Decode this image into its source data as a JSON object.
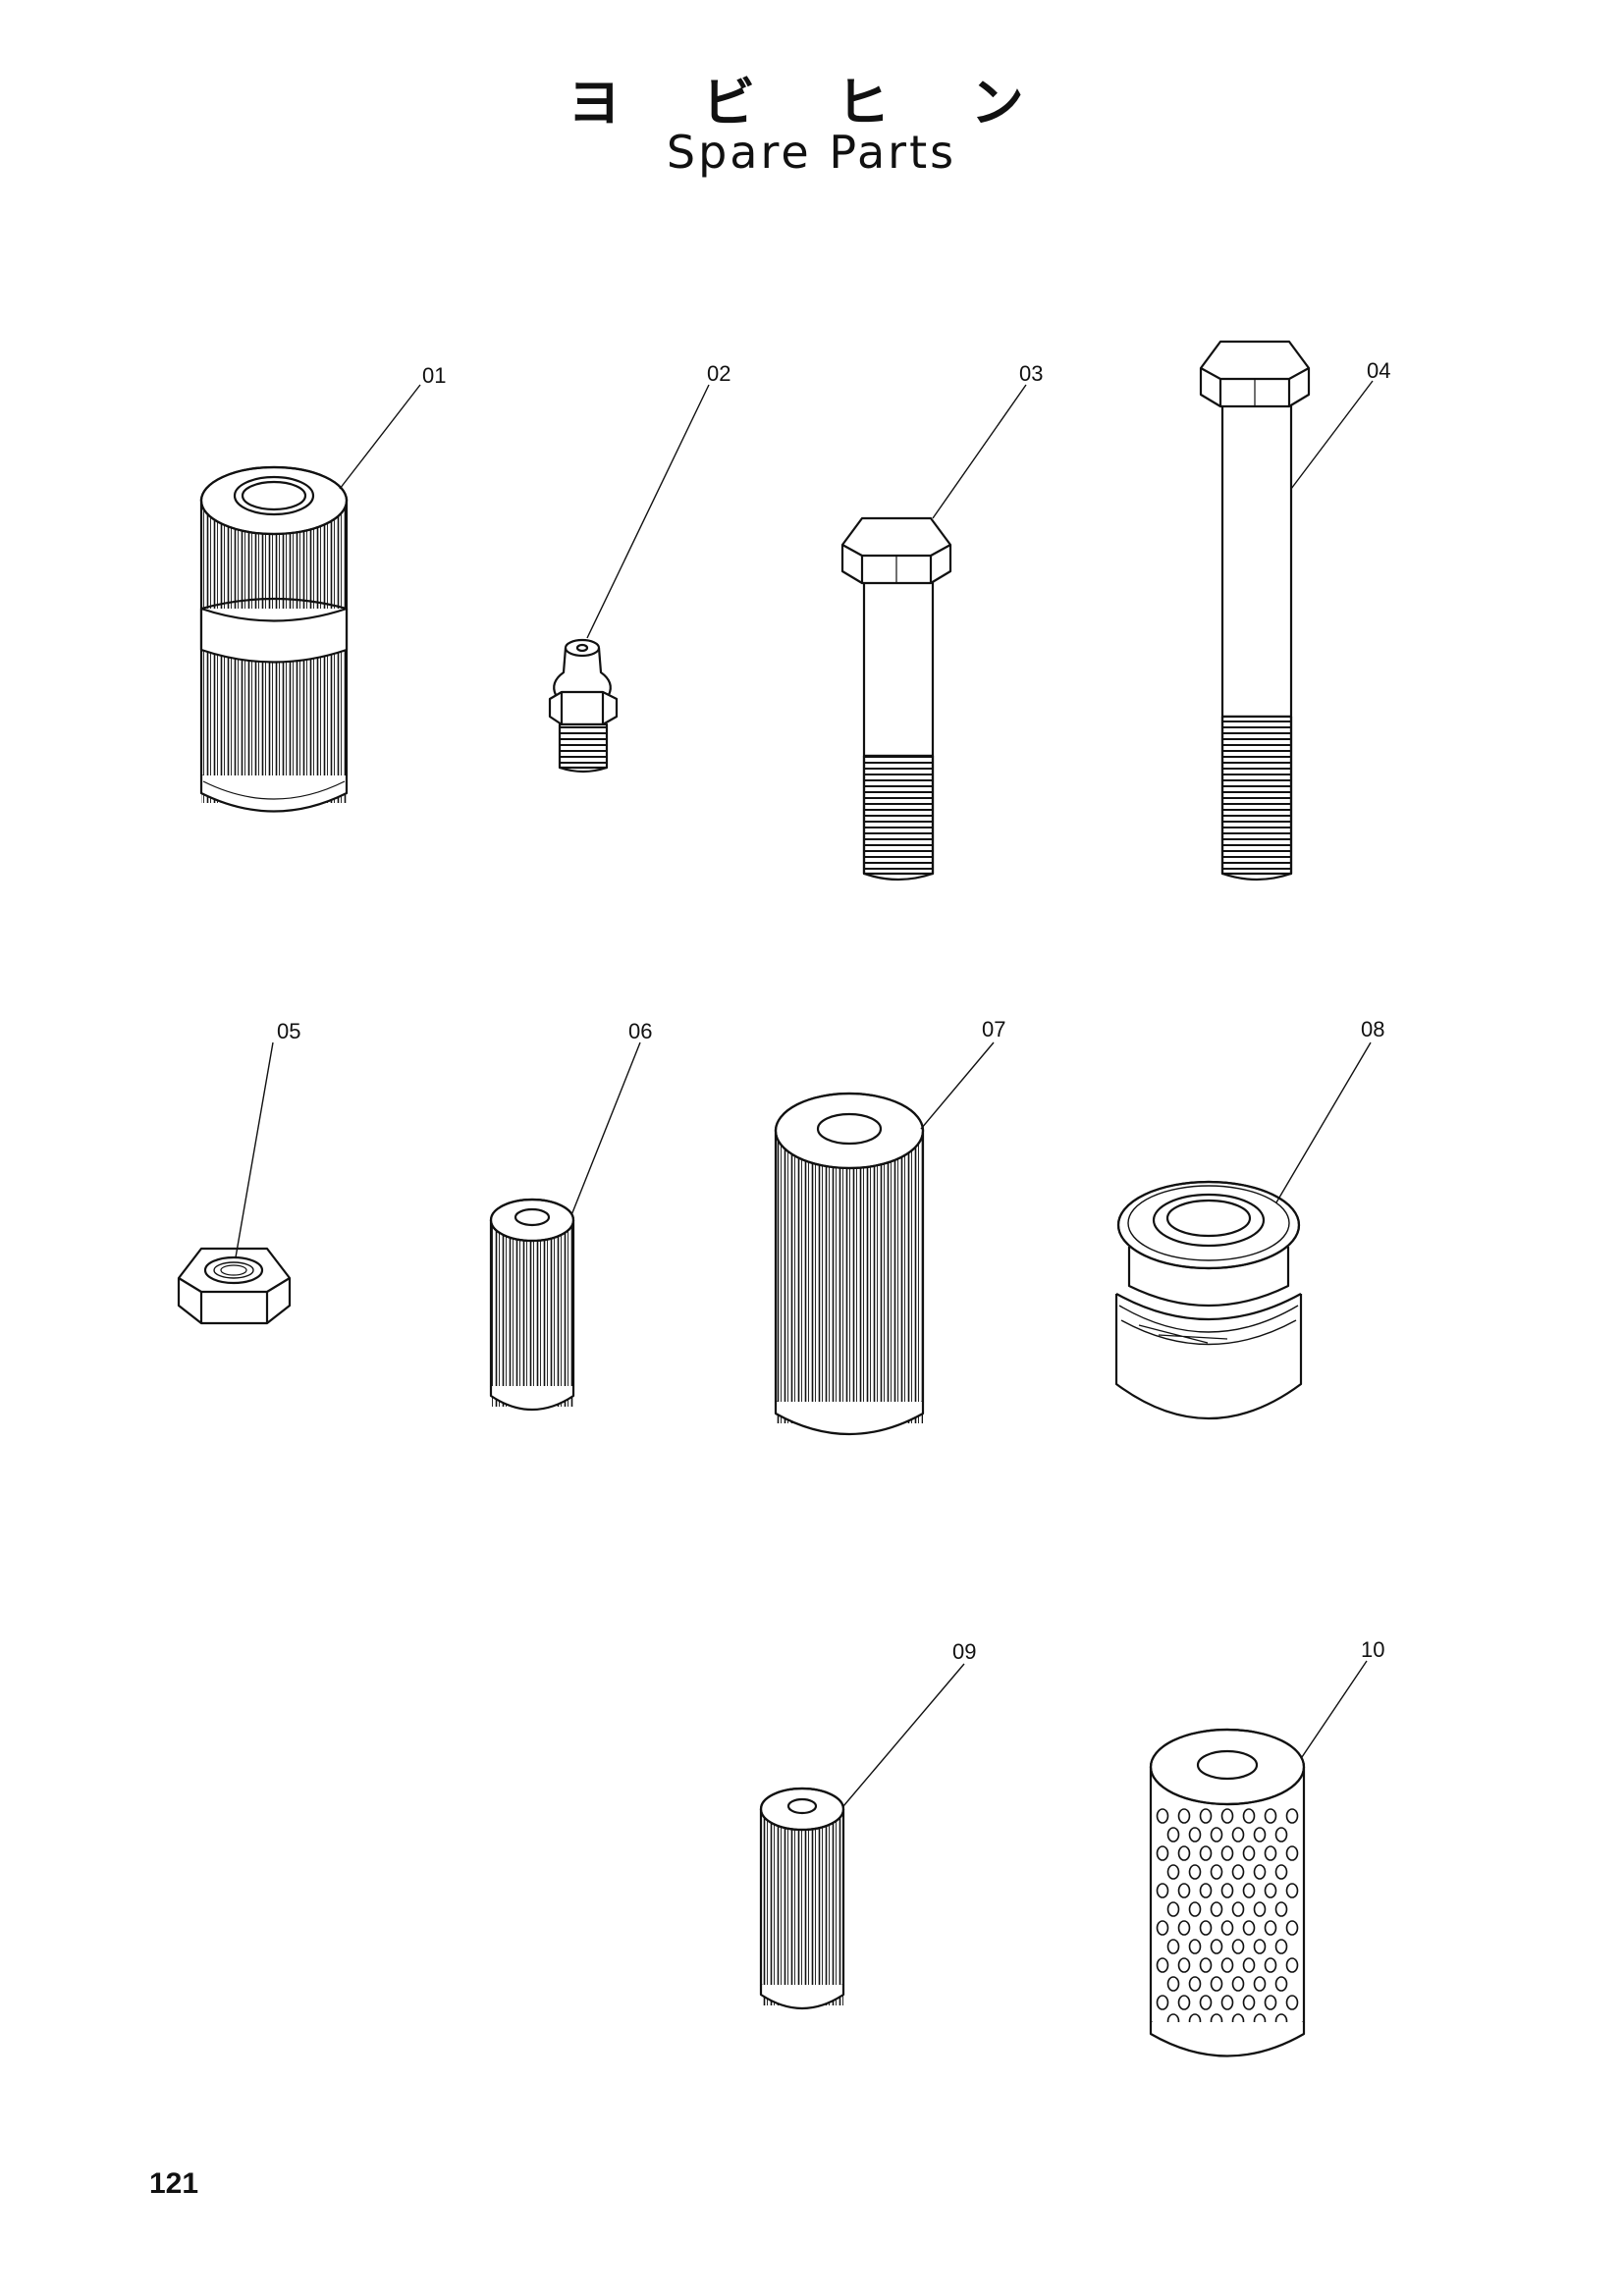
{
  "title_jp": "ヨ ビ ヒ ン",
  "title_en": "Spare Parts",
  "page_number": "121",
  "colors": {
    "ink": "#111111",
    "paper": "#ffffff"
  },
  "parts": [
    {
      "label": "01",
      "depicts": "filter-element-banded"
    },
    {
      "label": "02",
      "depicts": "grease-nipple"
    },
    {
      "label": "03",
      "depicts": "hex-bolt-short"
    },
    {
      "label": "04",
      "depicts": "hex-bolt-long"
    },
    {
      "label": "05",
      "depicts": "hex-nut"
    },
    {
      "label": "06",
      "depicts": "filter-element-small"
    },
    {
      "label": "07",
      "depicts": "filter-element-large"
    },
    {
      "label": "08",
      "depicts": "seal-ring"
    },
    {
      "label": "09",
      "depicts": "filter-element-small"
    },
    {
      "label": "10",
      "depicts": "perforated-filter"
    }
  ]
}
